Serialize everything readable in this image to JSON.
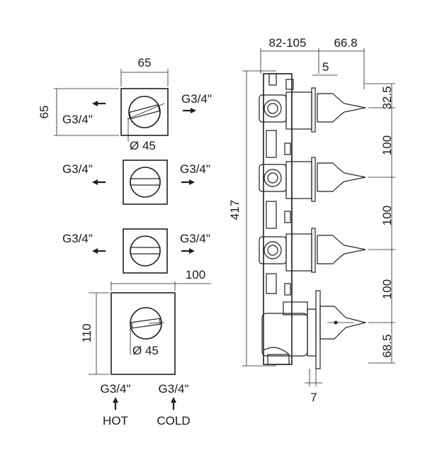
{
  "labels": {
    "top_width": "65",
    "top_height": "65",
    "connection": "G3/4\"",
    "diameter_top": "Ø 45",
    "big_width": "100",
    "big_height": "110",
    "diameter_bottom": "Ø 45",
    "hot": "HOT",
    "cold": "COLD",
    "side_depth_a": "82-105",
    "side_depth_b": "66.8",
    "side_offset": "5",
    "side_height": "417",
    "spacing_1": "32.5",
    "spacing_2": "100",
    "spacing_3": "100",
    "spacing_4": "100",
    "spacing_5": "68.5",
    "bottom_offset": "7"
  },
  "icons": [
    "arrow-left-icon",
    "arrow-right-icon",
    "arrow-up-icon"
  ],
  "colors": {
    "ink": "#1f1f1f",
    "background": "#ffffff"
  }
}
